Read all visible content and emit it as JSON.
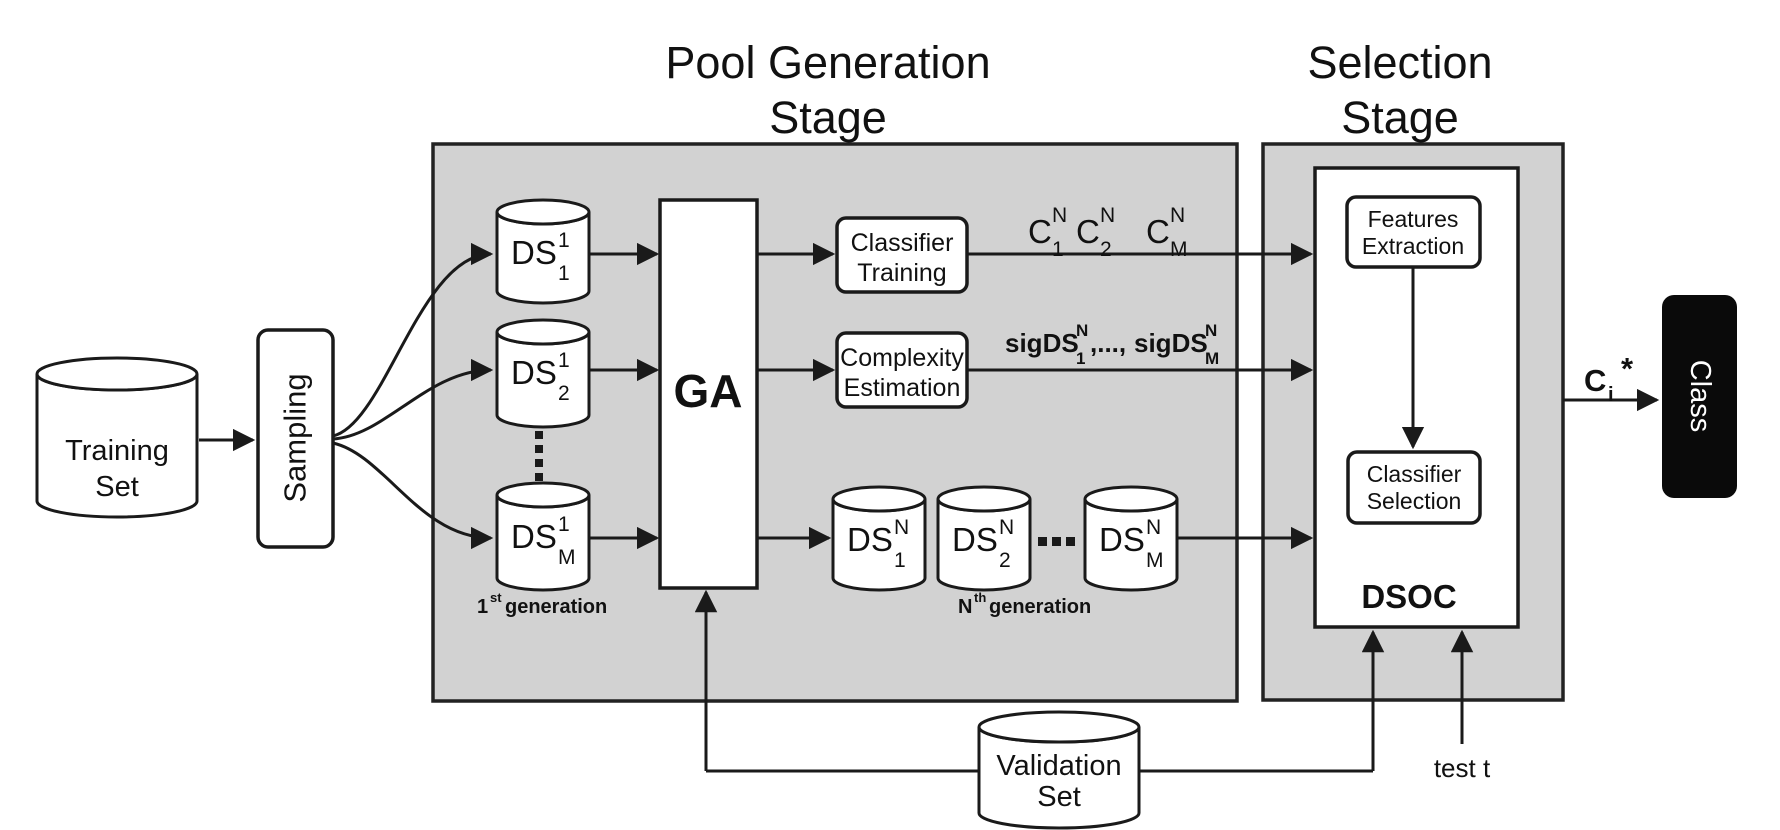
{
  "stages": {
    "pool": {
      "title_line1": "Pool Generation",
      "title_line2": "Stage"
    },
    "selection": {
      "title_line1": "Selection",
      "title_line2": "Stage"
    }
  },
  "nodes": {
    "training_set": {
      "line1": "Training",
      "line2": "Set"
    },
    "sampling": {
      "label": "Sampling"
    },
    "ga": {
      "label": "GA"
    },
    "classifier_training": {
      "line1": "Classifier",
      "line2": "Training"
    },
    "complexity_estimation": {
      "line1": "Complexity",
      "line2": "Estimation"
    },
    "features_extraction": {
      "line1": "Features",
      "line2": "Extraction"
    },
    "classifier_selection": {
      "line1": "Classifier",
      "line2": "Selection"
    },
    "dsoc": {
      "label": "DSOC"
    },
    "validation_set": {
      "line1": "Validation",
      "line2": "Set"
    },
    "class_output": {
      "label": "Class"
    }
  },
  "datasets": {
    "gen1": [
      {
        "base": "DS",
        "sup": "1",
        "sub": "1"
      },
      {
        "base": "DS",
        "sup": "1",
        "sub": "2"
      },
      {
        "base": "DS",
        "sup": "1",
        "sub": "M"
      }
    ],
    "genN": [
      {
        "base": "DS",
        "sup": "N",
        "sub": "1"
      },
      {
        "base": "DS",
        "sup": "N",
        "sub": "2"
      },
      {
        "base": "DS",
        "sup": "N",
        "sub": "M"
      }
    ],
    "gen1_caption": {
      "base": "1",
      "sup": "st",
      "rest": "generation"
    },
    "genN_caption": {
      "base": "N",
      "sup": "th",
      "rest": "generation"
    },
    "ellipsis_vertical": "⋮",
    "ellipsis_horizontal": "..."
  },
  "annotations": {
    "classifiers": [
      {
        "base": "C",
        "sup": "N",
        "sub": "1"
      },
      {
        "base": "C",
        "sup": "N",
        "sub": "2"
      },
      {
        "base": "C",
        "sup": "N",
        "sub": "M"
      }
    ],
    "signatures": {
      "part1": "sigDS",
      "part1_sup": "N",
      "part1_sub": "1",
      "separator": ",...,",
      "part2": "sigDS",
      "part2_sup": "N",
      "part2_sub": "M"
    },
    "best_classifier": {
      "base": "C",
      "sub": "i",
      "sup": "*"
    },
    "test_input": "test t"
  }
}
